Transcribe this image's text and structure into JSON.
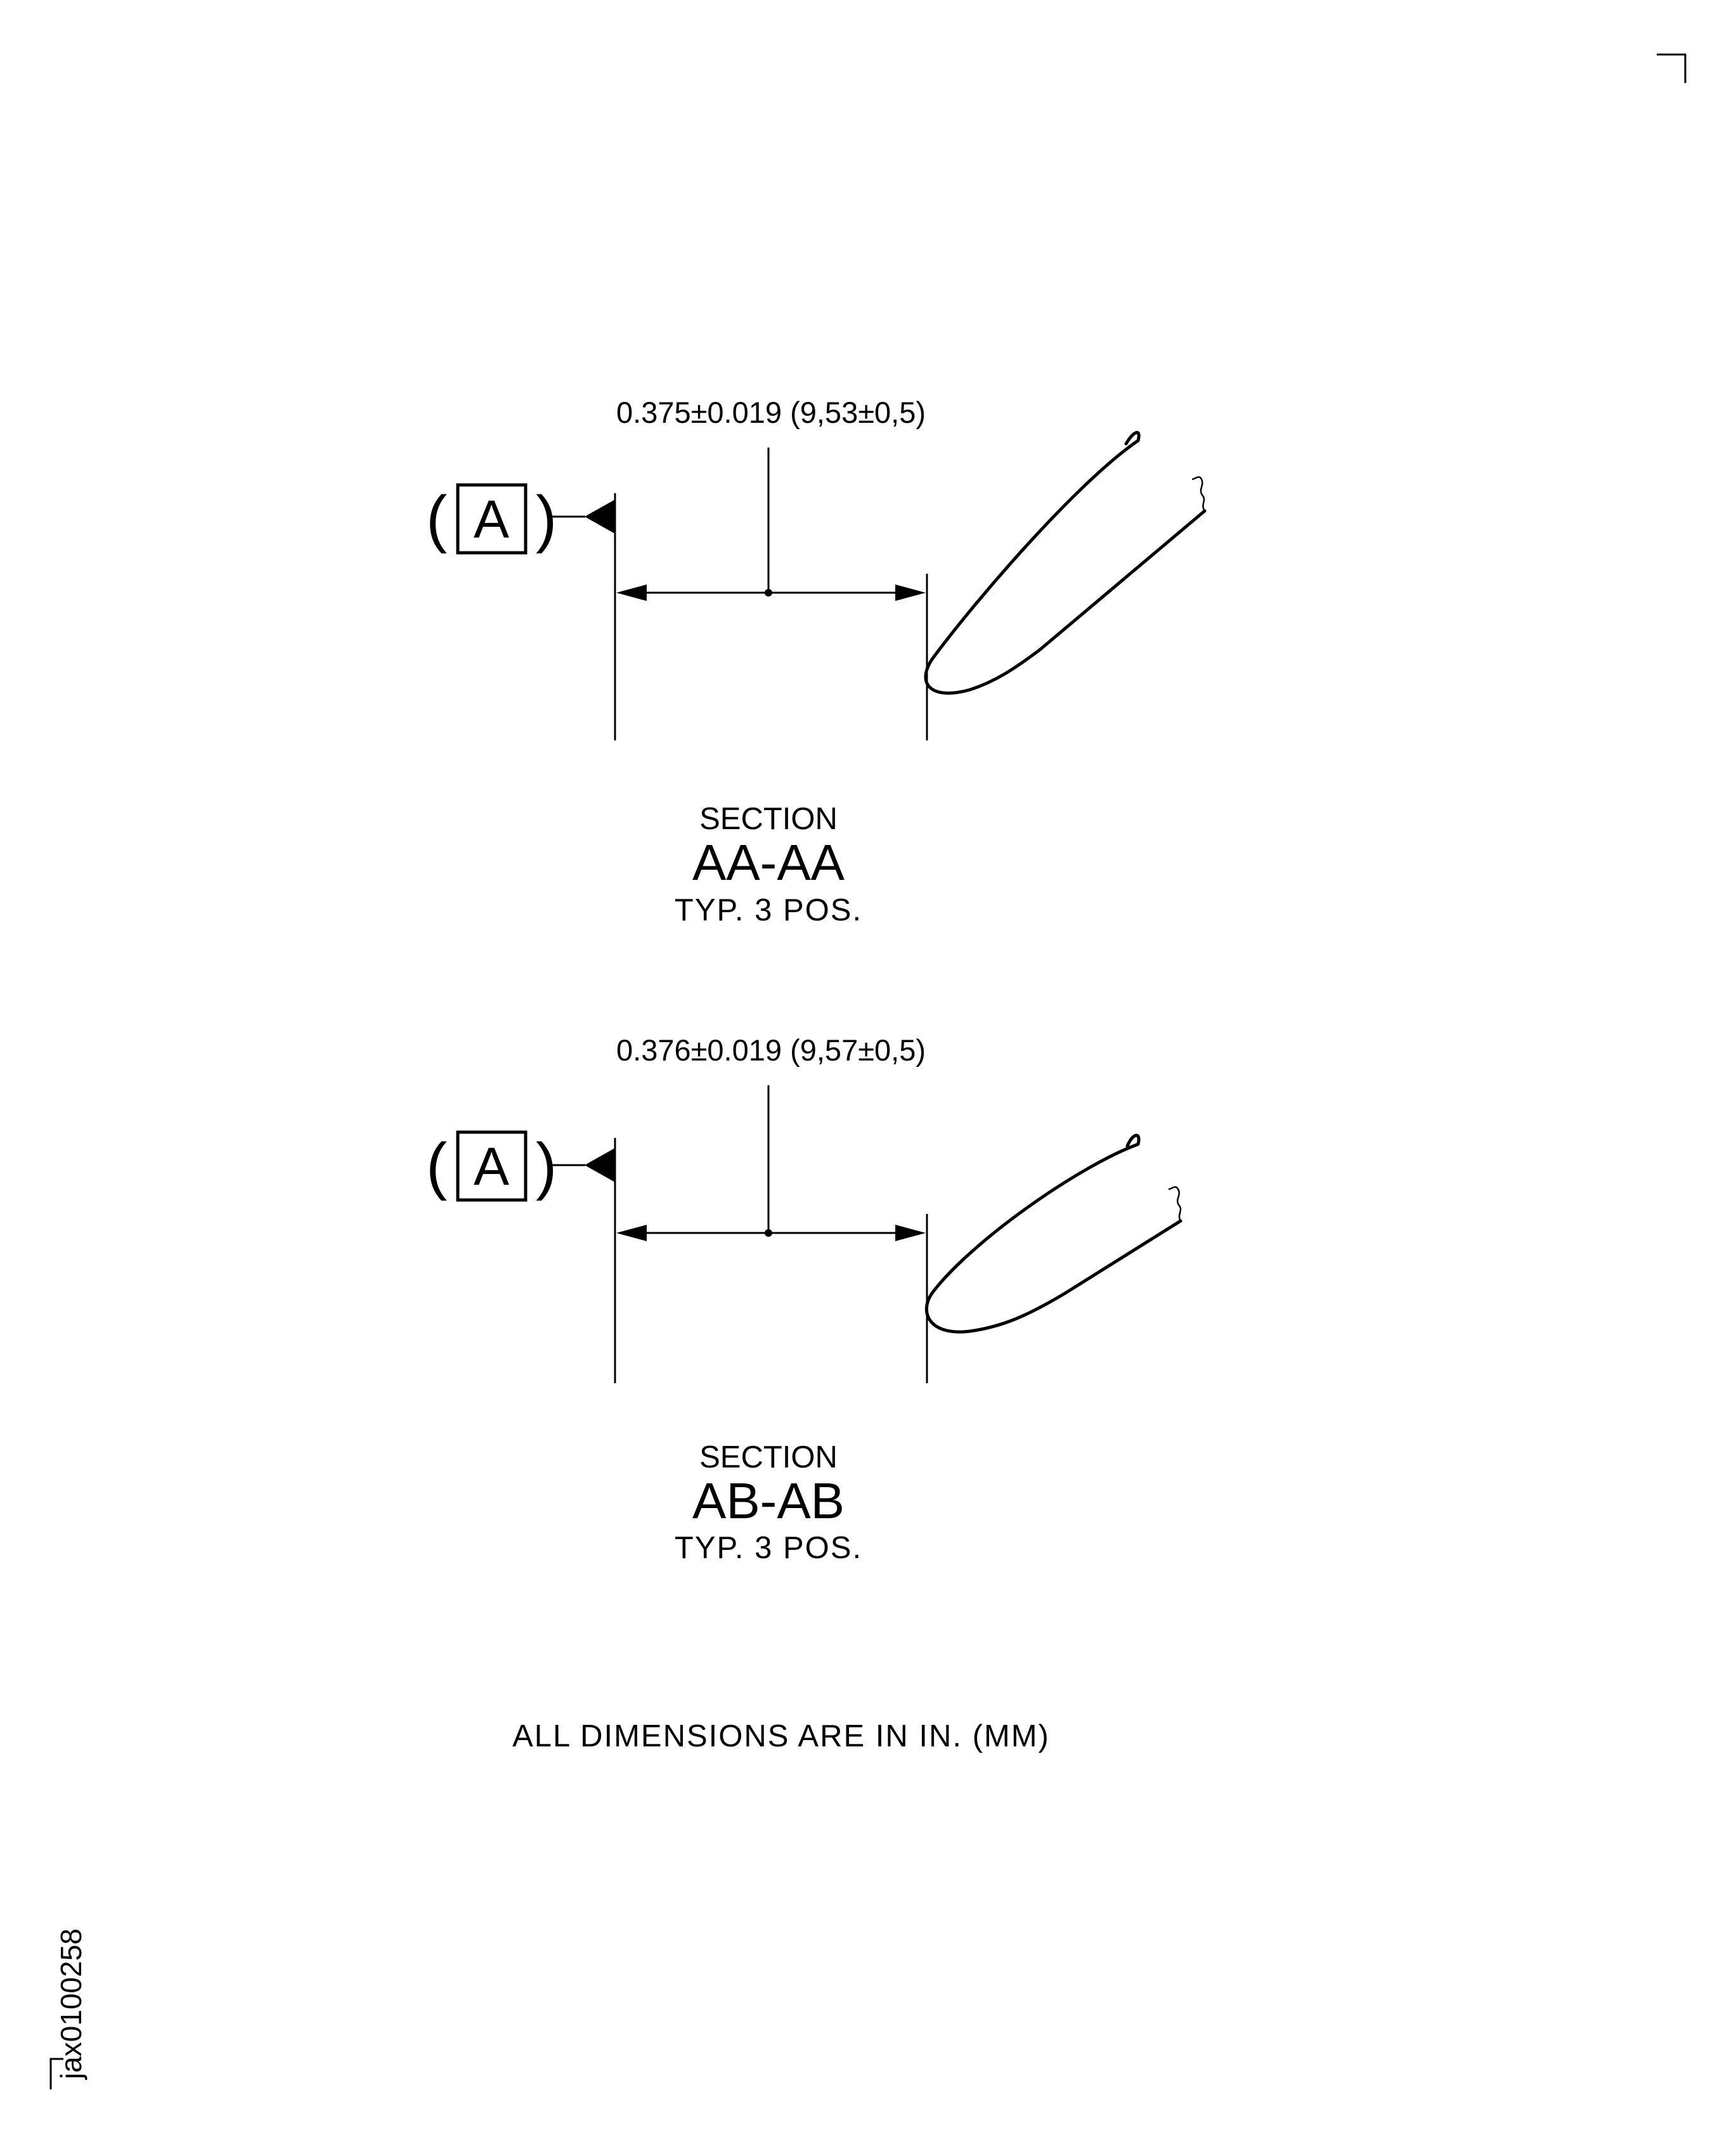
{
  "sections": [
    {
      "dimension": "0.375±0.019 (9,53±0,5)",
      "datum": "A",
      "section_label": "SECTION",
      "section_name": "AA-AA",
      "typical": "TYP. 3 POS."
    },
    {
      "dimension": "0.376±0.019 (9,57±0,5)",
      "datum": "A",
      "section_label": "SECTION",
      "section_name": "AB-AB",
      "typical": "TYP. 3 POS."
    }
  ],
  "note": "ALL DIMENSIONS ARE IN IN. (MM)",
  "reference_id": "jax0100258"
}
